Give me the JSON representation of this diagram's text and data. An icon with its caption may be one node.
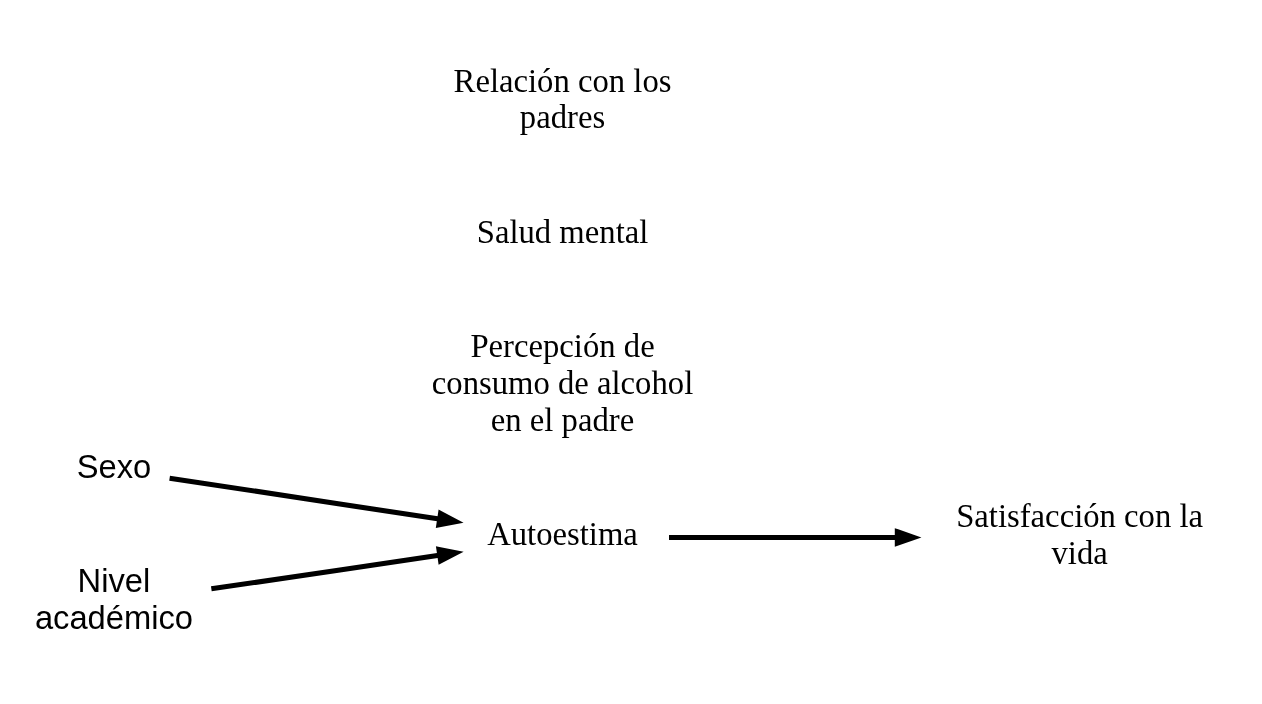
{
  "diagram": {
    "nodes": [
      {
        "text": [
          "Sexo"
        ]
      },
      {
        "text": [
          "Nivel académico"
        ]
      },
      {
        "text": [
          "Percepción de consumo de alcohol en el padre"
        ]
      },
      {
        "text": [
          "Autoestima"
        ]
      },
      {
        "text": [
          "Salud mental"
        ]
      },
      {
        "text": [
          "Relación con los padres"
        ]
      },
      {
        "text": [
          "Satisfacción con la vida"
        ]
      }
    ],
    "edges": [
      {
        "from": 0,
        "to": 3,
        "arrow": "to"
      },
      {
        "from": 1,
        "to": 3,
        "arrow": "to"
      },
      {
        "from": 3,
        "to": 6,
        "arrow": "to"
      }
    ]
  }
}
